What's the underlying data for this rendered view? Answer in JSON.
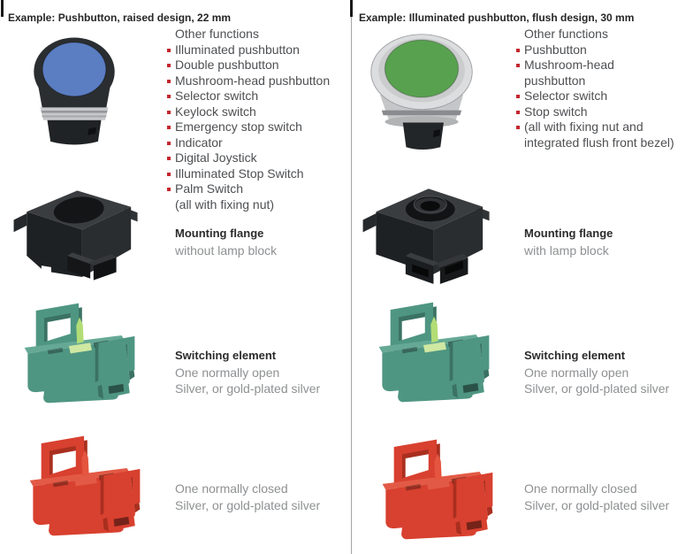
{
  "colors": {
    "bullet": "#c2262c",
    "button_blue": "#5b7ec3",
    "button_green": "#58a24f",
    "element_teal": "#4f9682",
    "element_teal_dark": "#3b7263",
    "element_teal_light": "#65a995",
    "pin_green": "#b2dd76",
    "pad_green": "#cfe8a2",
    "element_red": "#d8402f",
    "element_red_dark": "#a92f1f",
    "element_red_light": "#e25a45",
    "pin_red": "#e4543f"
  },
  "left": {
    "header": "Example: Pushbutton, raised design, 22 mm",
    "other_functions": {
      "heading": "Other functions",
      "items": [
        {
          "text": "Illuminated pushbutton",
          "bullet": true
        },
        {
          "text": "Double pushbutton",
          "bullet": true
        },
        {
          "text": "Mushroom-head pushbutton",
          "bullet": true
        },
        {
          "text": "Selector switch",
          "bullet": true
        },
        {
          "text": "Keylock switch",
          "bullet": true
        },
        {
          "text": "Emergency stop switch",
          "bullet": true
        },
        {
          "text": "Indicator",
          "bullet": true
        },
        {
          "text": "Digital Joystick",
          "bullet": true
        },
        {
          "text": "Illuminated Stop Switch",
          "bullet": true
        },
        {
          "text": "Palm Switch",
          "bullet": true
        },
        {
          "text": "(all with fixing nut)",
          "bullet": false
        }
      ]
    },
    "flange": {
      "title": "Mounting flange",
      "desc": "without lamp block"
    },
    "switch_open": {
      "title": "Switching element",
      "line1": "One normally open",
      "line2": "Silver, or gold-plated silver"
    },
    "switch_closed": {
      "line1": "One normally closed",
      "line2": "Silver, or gold-plated silver"
    }
  },
  "right": {
    "header": "Example: Illuminated pushbutton, flush design, 30 mm",
    "other_functions": {
      "heading": "Other functions",
      "items": [
        {
          "text": "Pushbutton",
          "bullet": true
        },
        {
          "text": "Mushroom-head\npushbutton",
          "bullet": true
        },
        {
          "text": "Selector switch",
          "bullet": true
        },
        {
          "text": "Stop switch",
          "bullet": true
        },
        {
          "text": "(all with fixing nut and\nintegrated flush front bezel)",
          "bullet": true
        }
      ]
    },
    "flange": {
      "title": "Mounting flange",
      "desc": "with lamp block"
    },
    "switch_open": {
      "title": "Switching element",
      "line1": "One normally open",
      "line2": "Silver, or gold-plated silver"
    },
    "switch_closed": {
      "line1": "One normally closed",
      "line2": "Silver, or gold-plated silver"
    }
  }
}
